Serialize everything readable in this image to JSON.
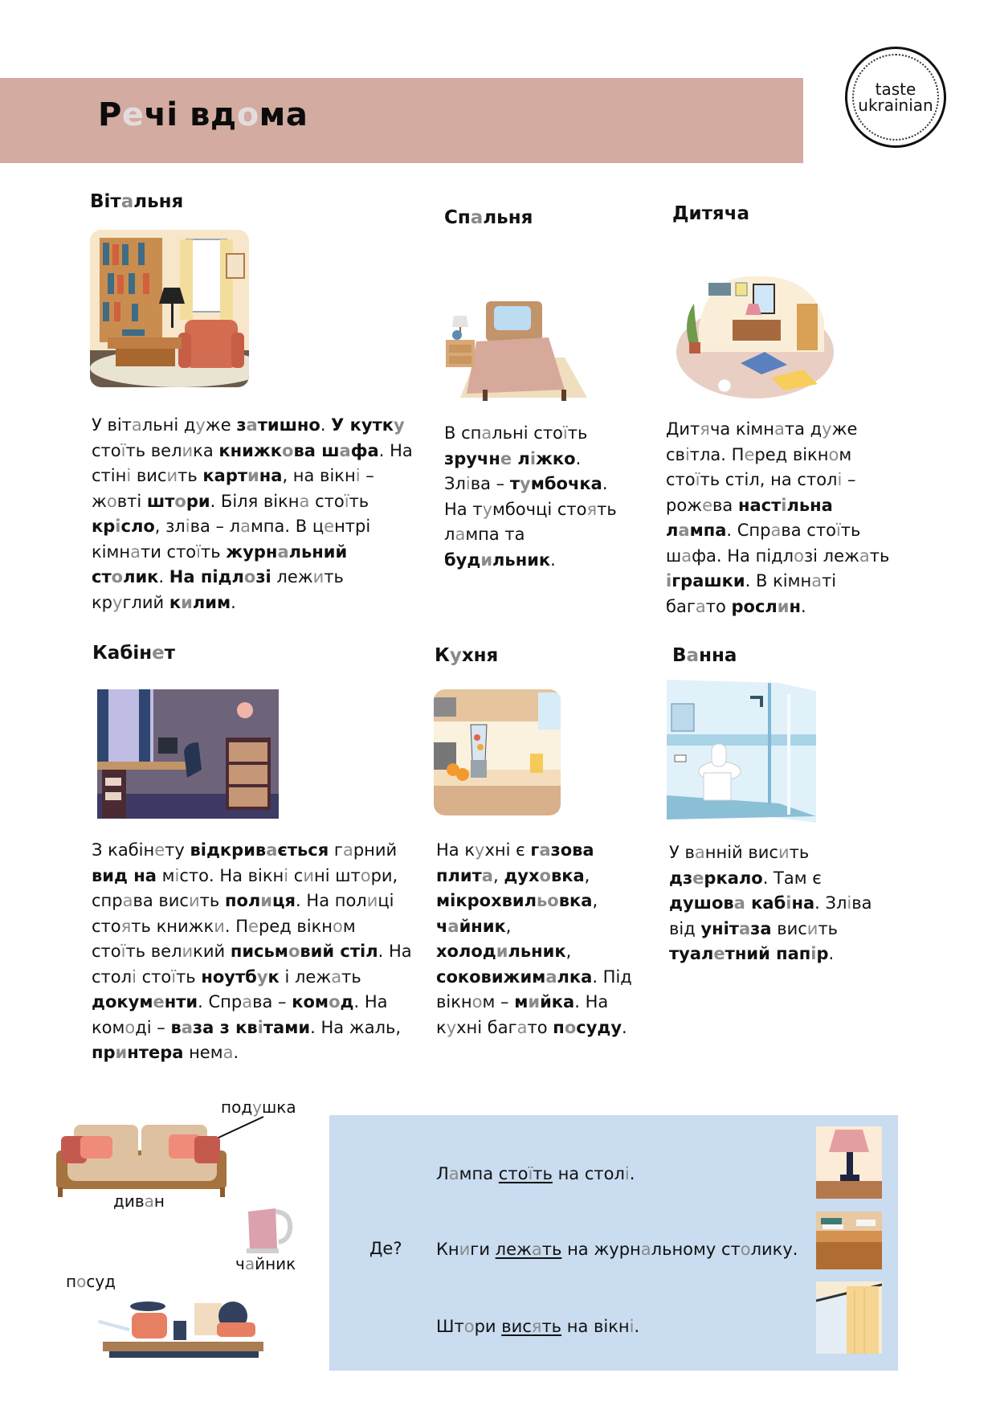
{
  "header": {
    "title": "Р[е]чі вд[о]ма",
    "band_color": "#d3aba0",
    "logo_line1": "taste",
    "logo_line2": "ukrainian"
  },
  "stress_color": "#8a8a8a",
  "rooms": [
    {
      "id": "vitalnia",
      "heading": "Віт[а]льня",
      "text": "У віт[а]льні д[у]же *з[а]тишно*. *У кутк[у]* сто[ї]ть вел[и]ка *книжк[о]ва ш[а]фа*. На стін[і] вис[и]ть *карт[и]на*, на вікн[і] – ж[о]вті *шт[о]ри*. Біля вікн[а] сто[ї]ть *кр[і]сло*, зл[і]ва – л[а]мпа. В ц[е]нтрі кімн[а]ти сто[ї]ть *журн[а]льний ст[о]лик*. *На підл[о]зі* леж[и]ть кр[у]глий *к[и]лим*."
    },
    {
      "id": "spalnia",
      "heading": "Сп[а]льня",
      "text": "В сп[а]льні сто[ї]ть *зручн[е] л[і]жко*. Зл[і]ва – *т[у]мбочка*. На т[у]мбочці сто[я]ть л[а]мпа та *буд[и]льник*."
    },
    {
      "id": "dytiacha",
      "heading": "Дитяча",
      "text": "Дит[я]ча кімн[а]та д[у]же св[і]тла. П[е]ред вікн[о]м сто[ї]ть стіл, на стол[і] – рож[е]ва *наст[і]льна л[а]мпа*. Спр[а]ва сто[ї]ть ш[а]фа. На підл[о]зі леж[а]ть *[і]грашки*. В кімн[а]ті баг[а]то *росл[и]н*."
    },
    {
      "id": "kabinet",
      "heading": "Кабін[е]т",
      "text": "З кабін[е]ту *відкрив[а]ється* г[а]рний *вид на* м[і]сто. На вікн[і] с[и]ні шт[о]ри, спр[а]ва вис[и]ть *пол[и]ця*. На пол[и]ці сто[я]ть книжк[и]. П[е]ред вікн[о]м сто[ї]ть вел[и]кий *письм[о]вий стіл*. На стол[і] сто[ї]ть *ноутб[у]к* і леж[а]ть *докум[е]нти*. Спр[а]ва – *ком[о]д*. На ком[о]ді – *в[а]за з кв[і]тами*. На жаль, *пр[и]нтера* нем[а]."
    },
    {
      "id": "kukhnia",
      "heading": "К[у]хня",
      "text": "На к[у]хні є *г[а]зова плит[а]*, *дух[о]вка*, *мікрохвил[ьо]вка*, *ч[а]йник*, *холод[и]льник*, *соковижим[а]лка*. Під вікн[о]м – *м[и]йка*. На к[у]хні баг[а]то *п[о]суду*."
    },
    {
      "id": "vanna",
      "heading": "В[а]нна",
      "text": "У в[а]нній вис[и]ть *дз[е]ркало*. Там є *душов[а] каб[і]на*. Зл[і]ва від *уніт[а]за* вис[и]ть *туал[е]тний пап[і]р*."
    }
  ],
  "vocab": {
    "pillow": "под[у]шка",
    "sofa": "див[а]н",
    "kettle": "ч[а]йник",
    "dishes": "п[о]суд"
  },
  "where_box": {
    "bg_color": "#c9dcf0",
    "question": "Де?",
    "sentences": [
      "Л[а]мпа _сто[ї]ть_ на стол[і].",
      "Кн[и]ги _леж[а]ть_ на журн[а]льному ст[о]лику.",
      "Шт[о]ри _вис[я]ть_ на вікн[і]."
    ]
  }
}
